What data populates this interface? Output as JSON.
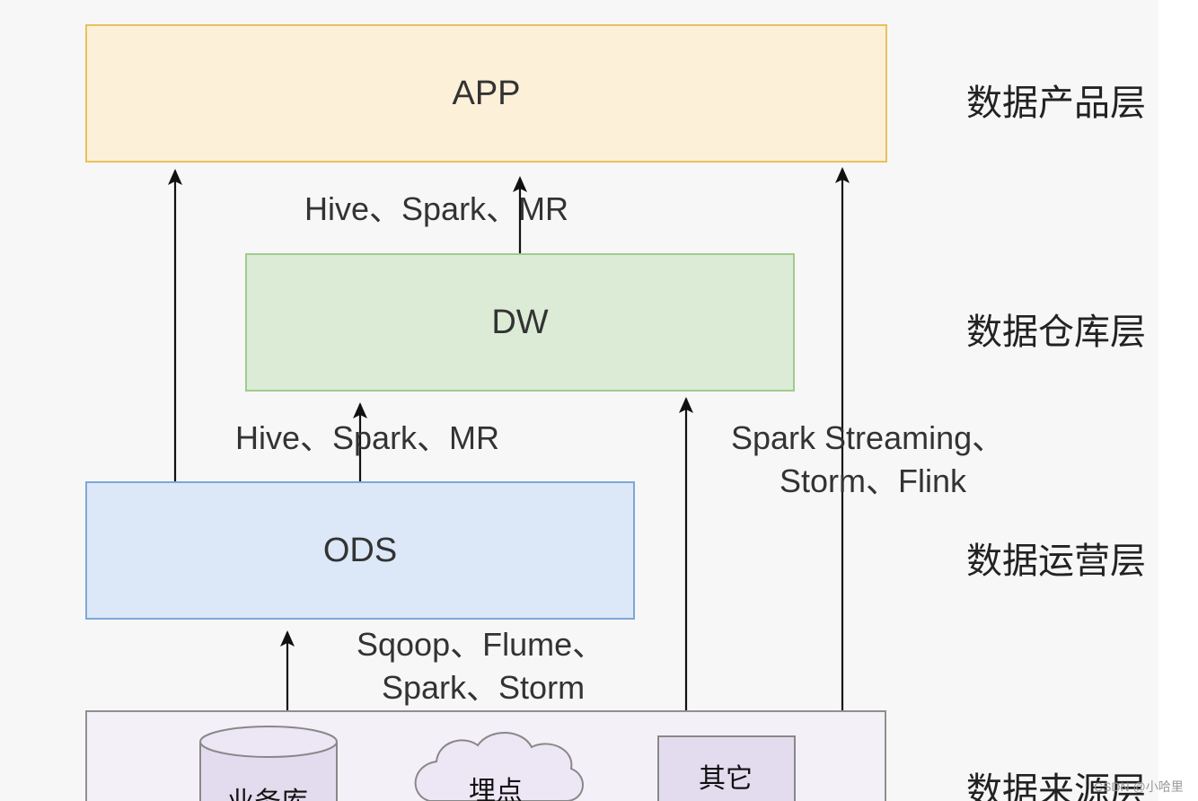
{
  "layers": {
    "app": {
      "box_label": "APP",
      "layer_name": "数据产品层"
    },
    "dw": {
      "box_label": "DW",
      "layer_name": "数据仓库层"
    },
    "ods": {
      "box_label": "ODS",
      "layer_name": "数据运营层"
    },
    "source": {
      "layer_name": "数据来源层",
      "items": [
        "业务库",
        "埋点",
        "其它"
      ]
    }
  },
  "edges": {
    "dw_to_app": "Hive、Spark、MR",
    "ods_to_dw": "Hive、Spark、MR",
    "stream_line1": "Spark Streaming、",
    "stream_line2": "Storm、Flink",
    "src_line1": "Sqoop、Flume、",
    "src_line2": "Spark、Storm"
  },
  "watermark": "CSDN @小哈里",
  "colors": {
    "app_fill": "#fdf0d9",
    "app_border": "#e8c15c",
    "dw_fill": "#dcebd6",
    "dw_border": "#9fcc8d",
    "ods_fill": "#dce8f8",
    "ods_border": "#7ea6d9",
    "source_fill": "#f3f0f7",
    "source_border": "#8f8f8f",
    "arrow": "#111111"
  }
}
